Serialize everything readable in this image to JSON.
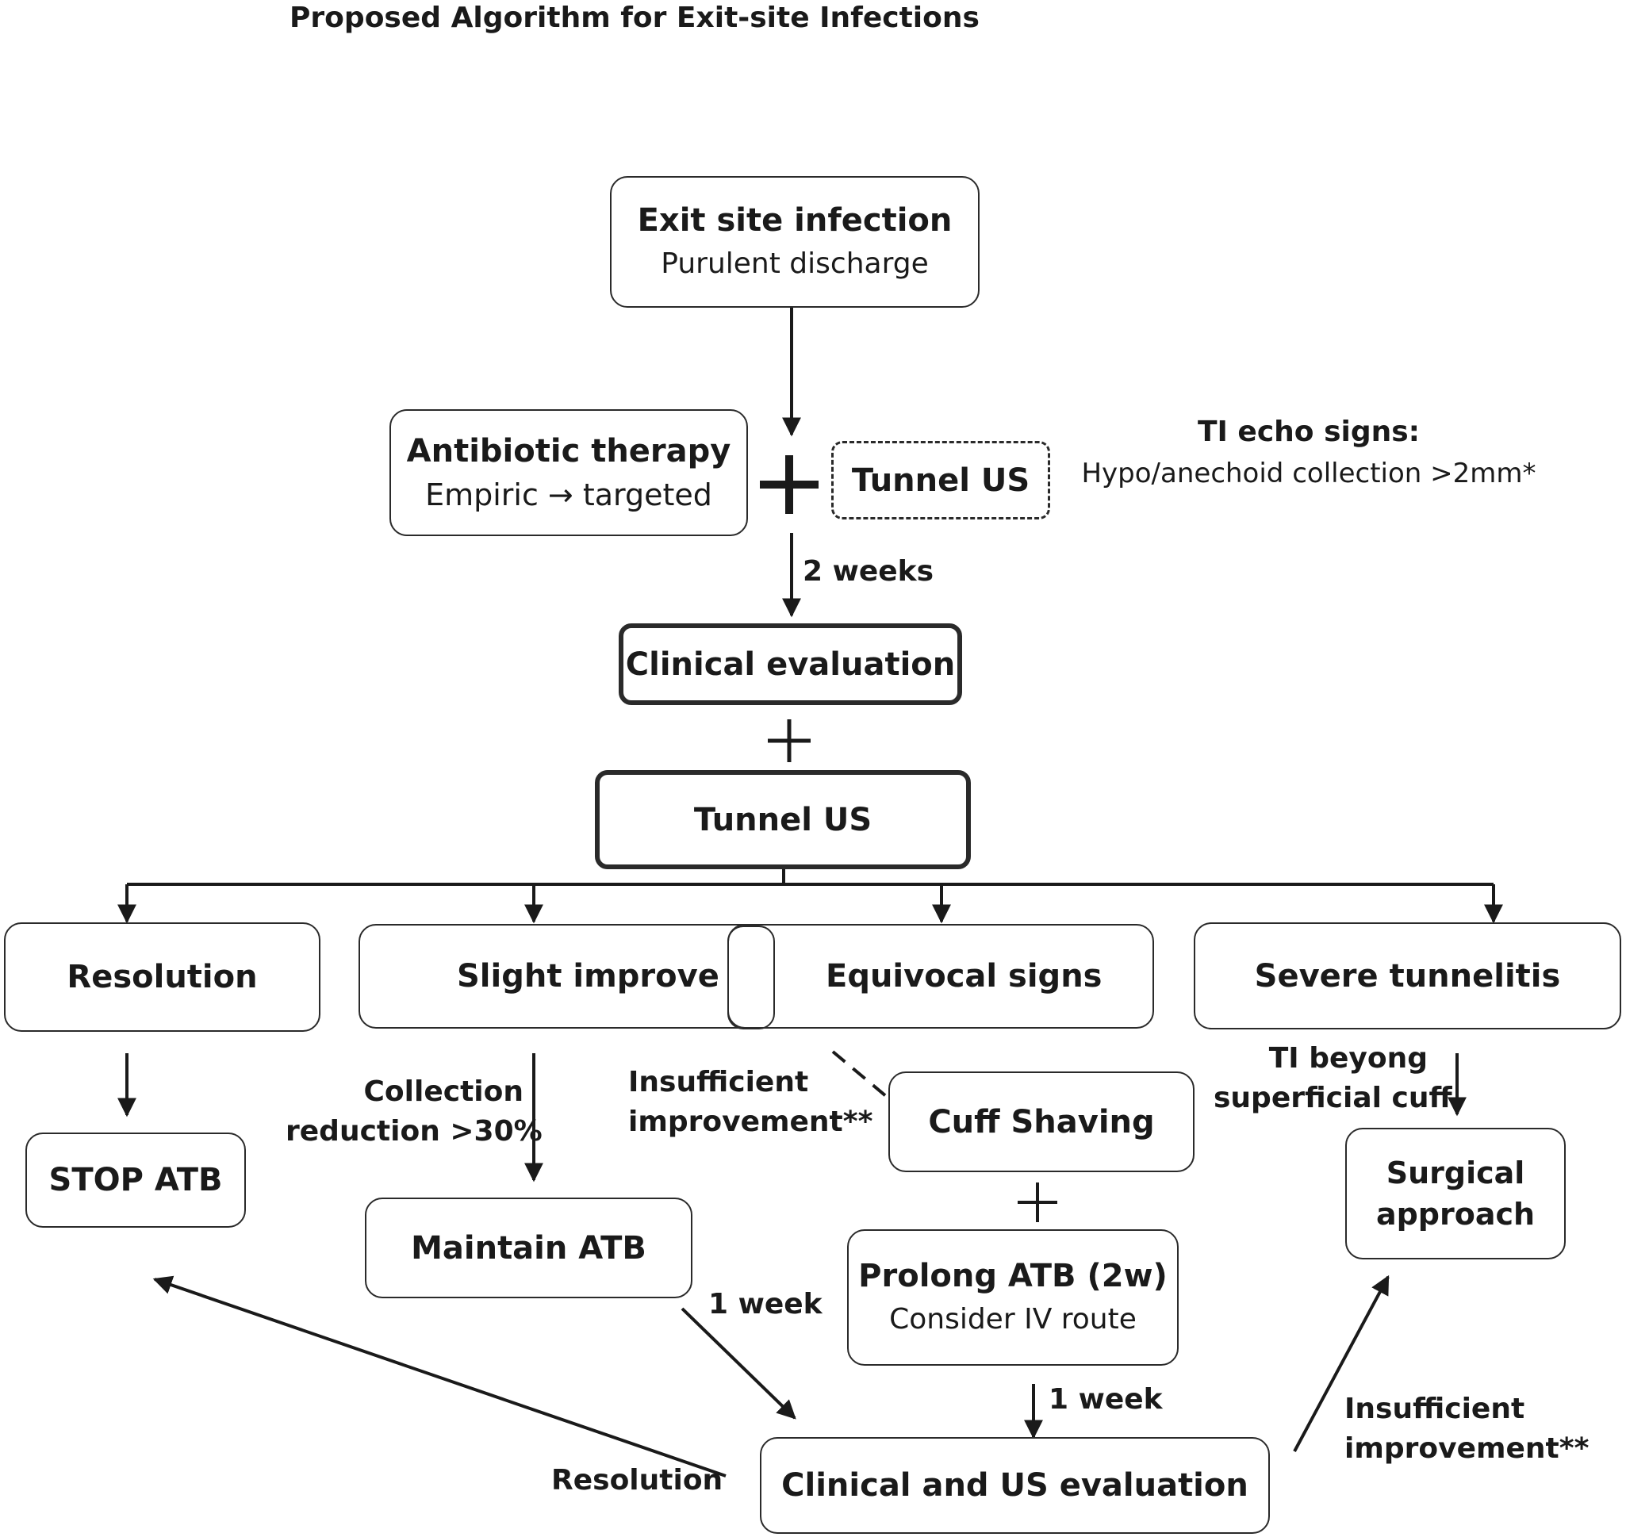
{
  "title": "Proposed Algorithm for Exit-site Infections",
  "nodes": {
    "exit_site": {
      "title": "Exit site infection",
      "subtitle": "Purulent discharge"
    },
    "antibiotic": {
      "title": "Antibiotic therapy",
      "subtitle": "Empiric → targeted"
    },
    "tunnel_us_initial": {
      "title": "Tunnel US"
    },
    "ti_echo": {
      "title": "TI echo signs:",
      "subtitle": "Hypo/anechoid collection >2mm*"
    },
    "clinical_eval": {
      "title": "Clinical evaluation"
    },
    "tunnel_us": {
      "title": "Tunnel US"
    },
    "resolution": {
      "title": "Resolution"
    },
    "slight_improve": {
      "title": "Slight improve"
    },
    "equivocal": {
      "title": "Equivocal signs"
    },
    "severe": {
      "title": "Severe tunnelitis"
    },
    "stop_atb": {
      "title": "STOP ATB"
    },
    "maintain_atb": {
      "title": "Maintain ATB"
    },
    "cuff_shaving": {
      "title": "Cuff Shaving"
    },
    "prolong_atb": {
      "title": "Prolong ATB (2w)",
      "subtitle": "Consider IV route"
    },
    "surgical": {
      "line1": "Surgical",
      "line2": "approach"
    },
    "clinical_us_eval": {
      "title": "Clinical and US evaluation"
    }
  },
  "edge_labels": {
    "two_weeks": "2 weeks",
    "collection_line1": "Collection",
    "collection_line2": "reduction >30%",
    "insufficient_line1": "Insufficient",
    "insufficient_line2": "improvement**",
    "ti_beyond_line1": "TI beyong",
    "ti_beyond_line2": "superficial cuff",
    "one_week_a": "1 week",
    "one_week_b": "1 week",
    "resolution_back": "Resolution",
    "insufficient2_line1": "Insufficient",
    "insufficient2_line2": "improvement**"
  },
  "colors": {
    "line": "#1a1a1a",
    "text": "#1a1a1a",
    "background": "#ffffff"
  }
}
